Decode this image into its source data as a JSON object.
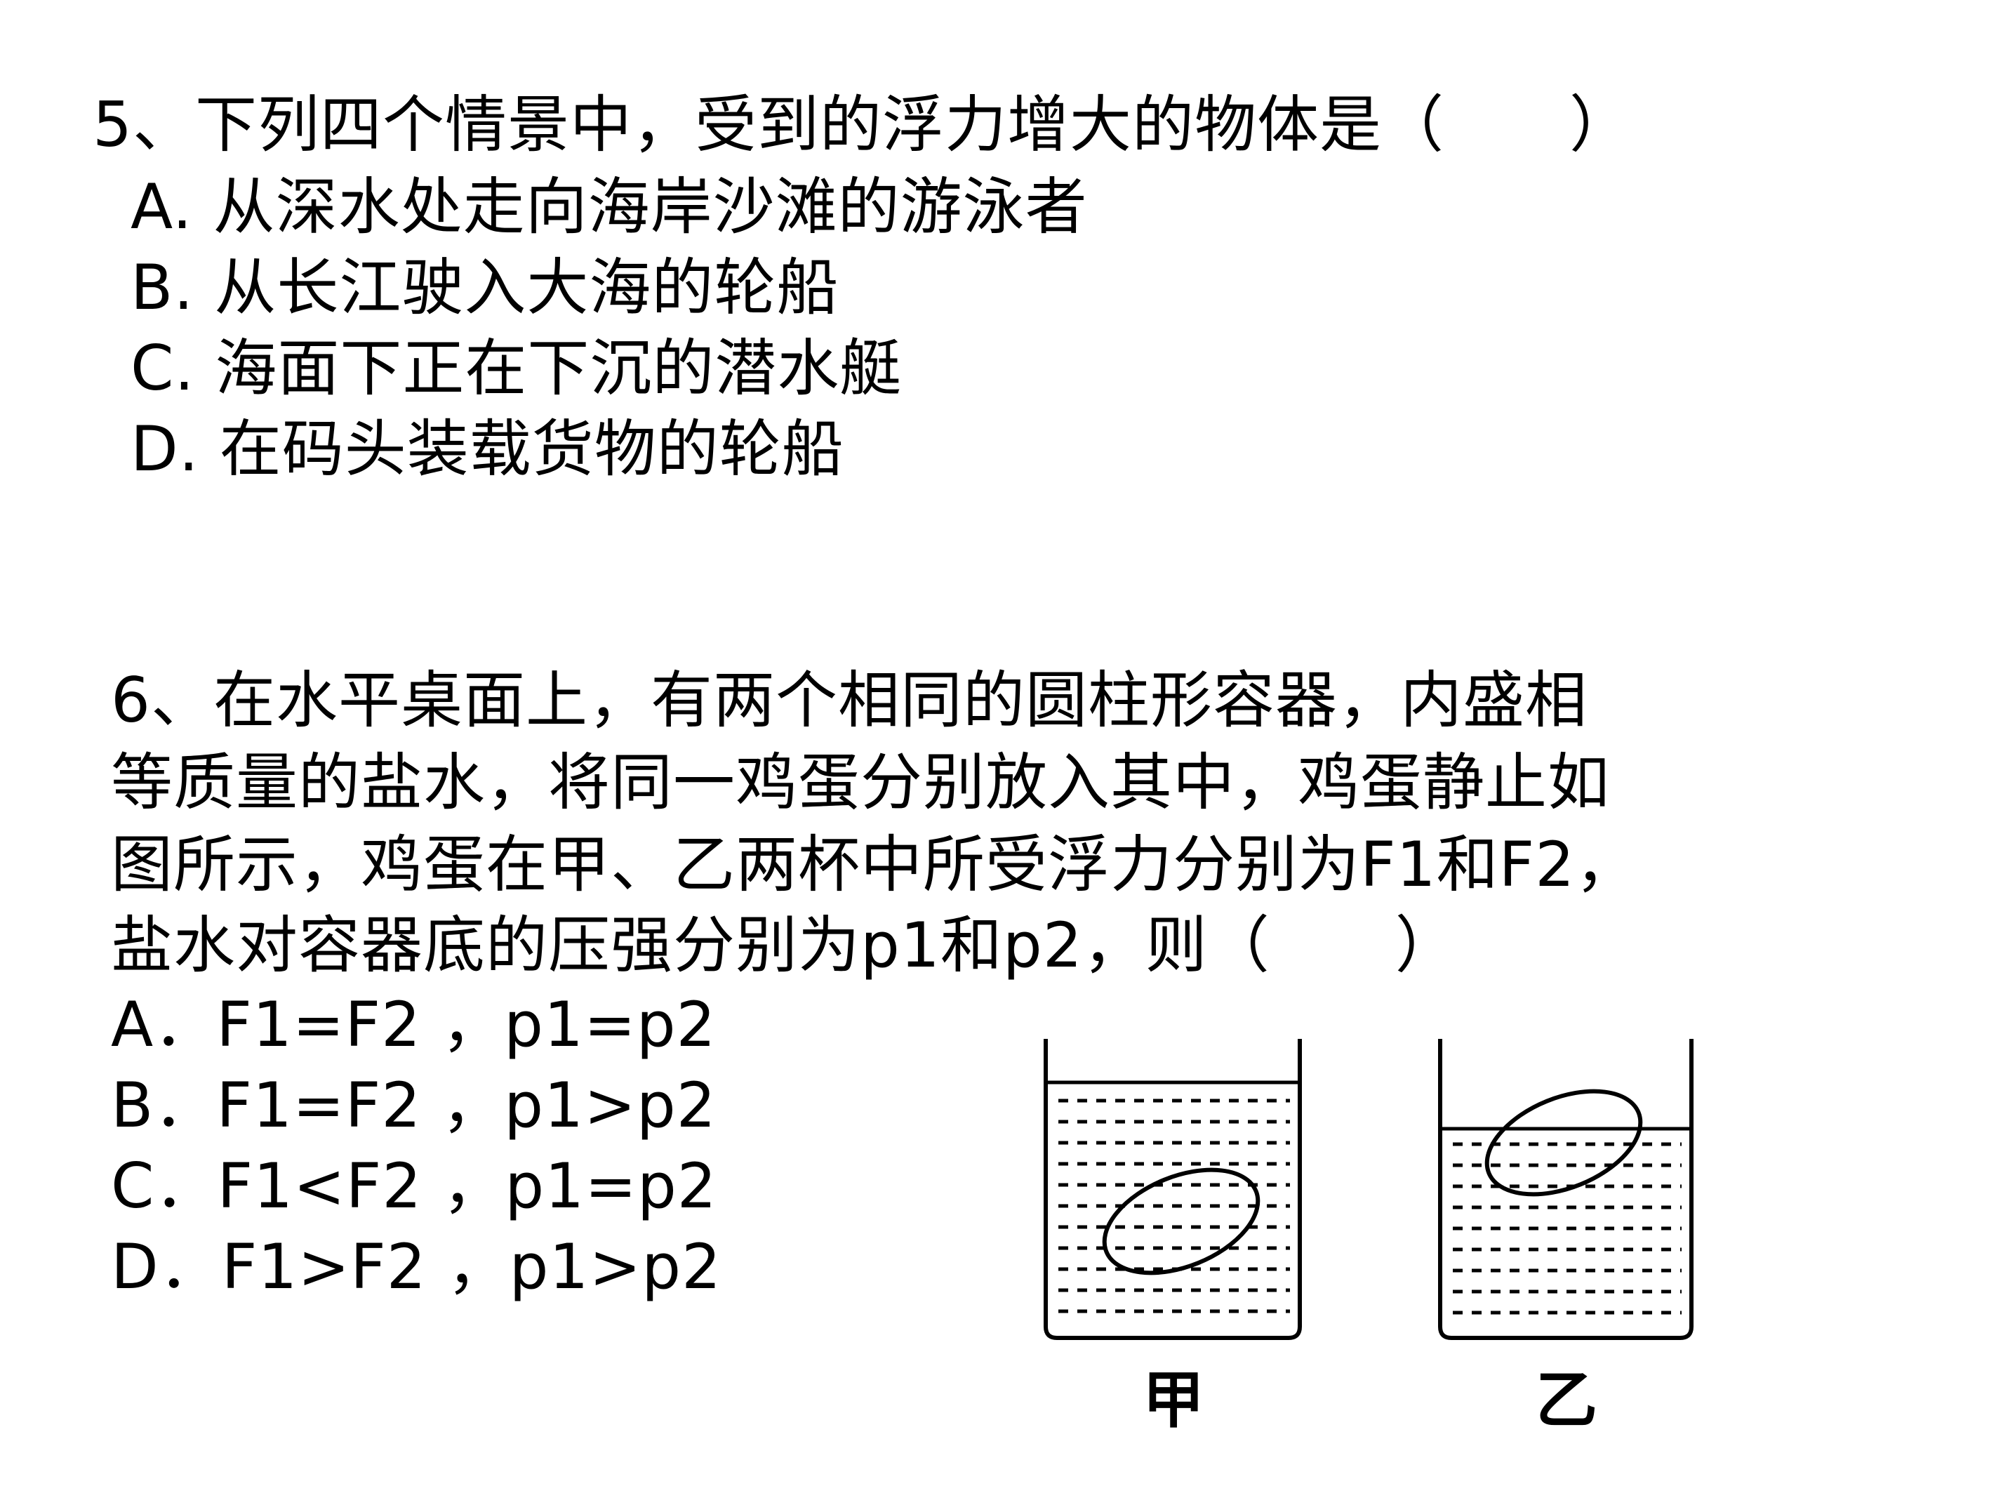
{
  "question5": {
    "stem": "5、下列四个情景中，受到的浮力增大的物体是（　　）",
    "options": [
      "A. 从深水处走向海岸沙滩的游泳者",
      "B. 从长江驶入大海的轮船",
      "C. 海面下正在下沉的潜水艇",
      "D. 在码头装载货物的轮船"
    ]
  },
  "question6": {
    "stem_lines": [
      "6、在水平桌面上，有两个相同的圆柱形容器，内盛相",
      "等质量的盐水，将同一鸡蛋分别放入其中，鸡蛋静止如",
      "图所示，鸡蛋在甲、乙两杯中所受浮力分别为F1和F2，",
      "盐水对容器底的压强分别为p1和p2，则（　　）"
    ],
    "options": [
      "A．F1=F2 ，p1=p2",
      "B．F1=F2 ，p1>p2",
      "C．F1<F2 ，p1=p2",
      "D．F1>F2 ，p1>p2"
    ],
    "figure": {
      "left_label": "甲",
      "right_label": "乙"
    }
  }
}
